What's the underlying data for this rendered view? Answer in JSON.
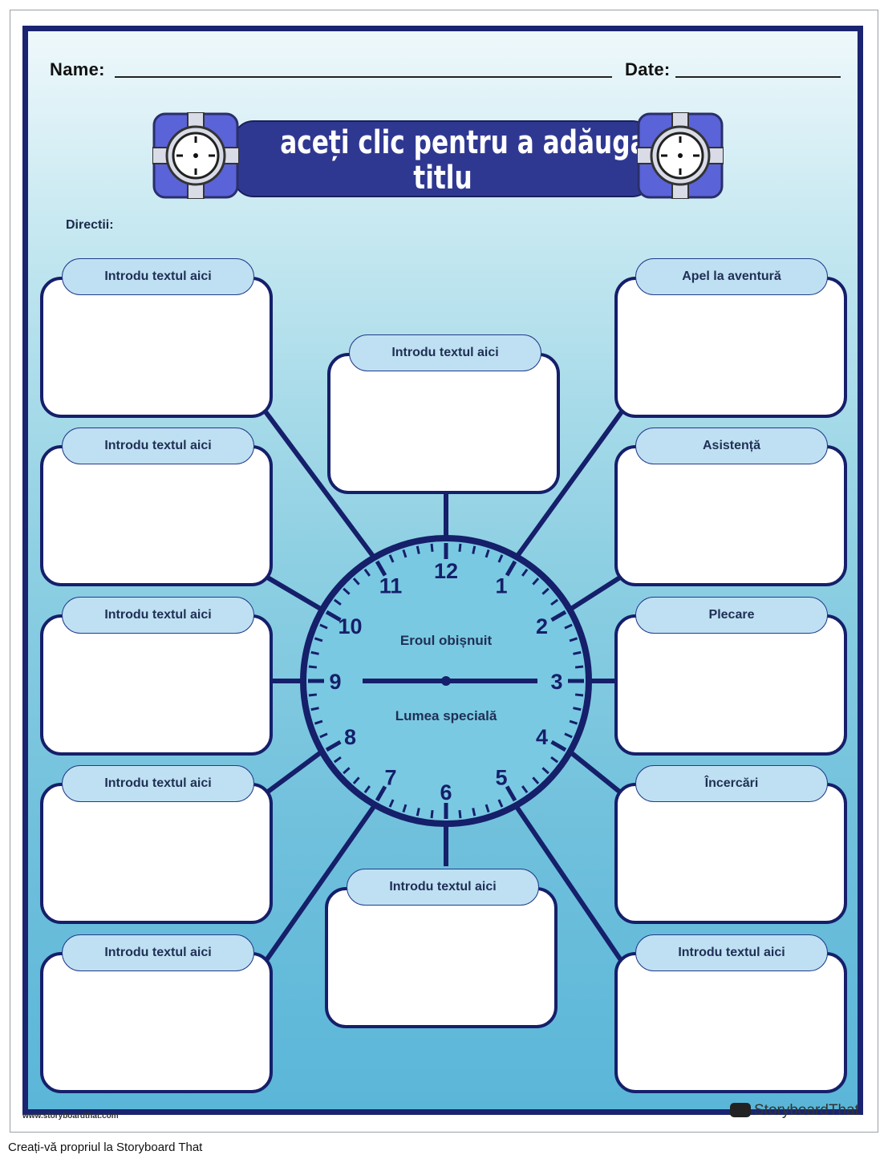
{
  "header": {
    "name_label": "Name:",
    "date_label": "Date:"
  },
  "title": {
    "line1": "aceți clic pentru a adăuga",
    "line2": "titlu"
  },
  "directions_label": "Directii:",
  "boxes": {
    "left_1": "Introdu textul aici",
    "left_2": "Introdu textul aici",
    "left_3": "Introdu textul aici",
    "left_4": "Introdu textul aici",
    "left_5": "Introdu textul aici",
    "top_center": "Introdu textul aici",
    "bottom_center": "Introdu textul aici",
    "right_1": "Apel la aventură",
    "right_2": "Asistență",
    "right_3": "Plecare",
    "right_4": "Încercări",
    "right_5": "Introdu textul aici"
  },
  "clock": {
    "numbers": [
      "12",
      "1",
      "2",
      "3",
      "4",
      "5",
      "6",
      "7",
      "8",
      "9",
      "10",
      "11"
    ],
    "label_top": "Eroul obișnuit",
    "label_bottom": "Lumea specială"
  },
  "watermark": {
    "url": "www.storyboardthat.com",
    "logo": "StoryboardThat"
  },
  "footer": "Creați-vă propriul la Storyboard That",
  "colors": {
    "navy": "#151f6a",
    "title_bar": "#2f3891",
    "pill": "#bfe0f2",
    "icon_purple": "#5a63d8"
  }
}
